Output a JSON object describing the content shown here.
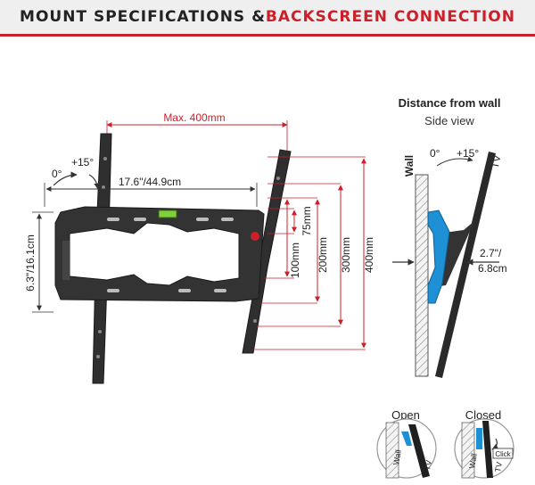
{
  "header": {
    "title_part1": "MOUNT SPECIFICATIONS & ",
    "title_part2": "BACKSCREEN CONNECTION"
  },
  "colors": {
    "accent_red": "#cc1f2a",
    "bracket_black": "#2b2b2b",
    "clamp_blue": "#1e90d6"
  },
  "main_view": {
    "max_width": "Max. 400mm",
    "tilt_up": "+15°",
    "tilt_zero": "0°",
    "width_dim": "17.6\"/44.9cm",
    "height_dim": "6.3\"/16.1cm",
    "vesa_75": "75mm",
    "vesa_100": "100mm",
    "vesa_200": "200mm",
    "vesa_300": "300mm",
    "vesa_400": "400mm"
  },
  "side_view": {
    "title": "Distance from wall",
    "subtitle": "Side view",
    "wall": "Wall",
    "tv": "TV",
    "tilt_zero": "0°",
    "tilt_up": "+15°",
    "distance_line1": "2.7\"/",
    "distance_line2": "6.8cm"
  },
  "lock_states": {
    "open_label": "Open",
    "closed_label": "Closed",
    "wall": "Wall",
    "tv": "TV",
    "click": "Click"
  }
}
